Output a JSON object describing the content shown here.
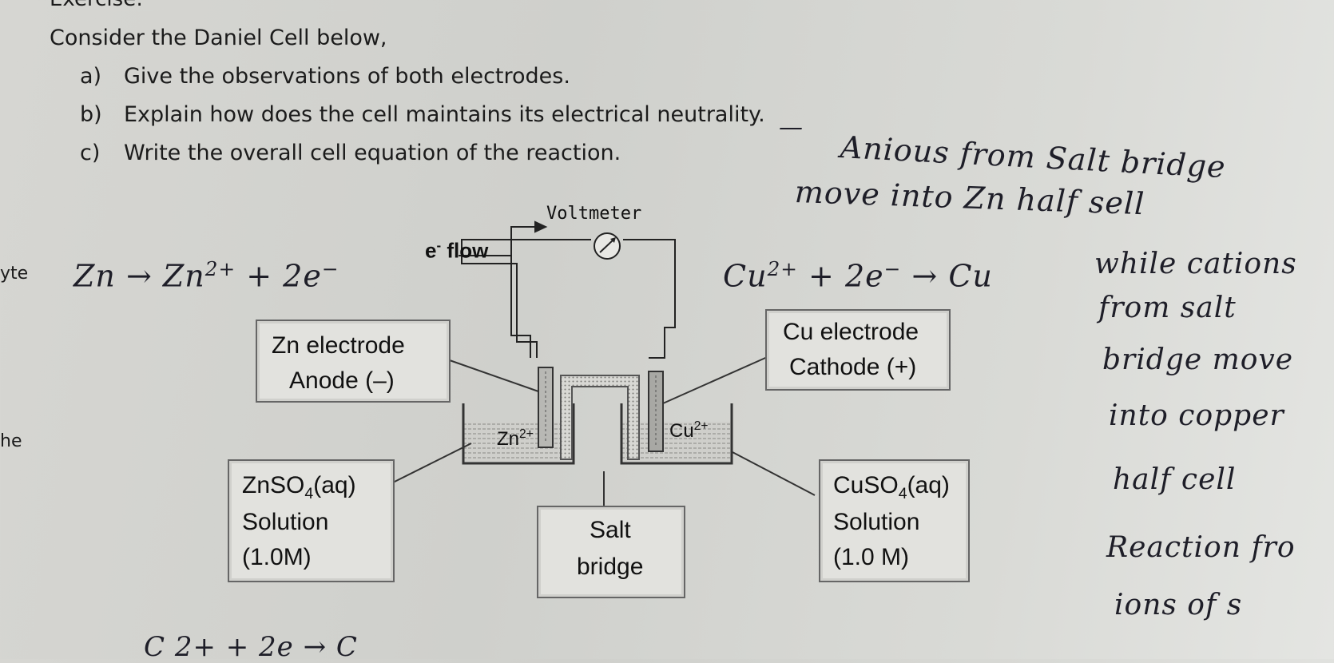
{
  "header": {
    "cut_title": "Exercise:"
  },
  "intro": "Consider the Daniel Cell below,",
  "questions": [
    {
      "letter": "a)",
      "text": "Give the observations of both electrodes."
    },
    {
      "letter": "b)",
      "text": "Explain how does the cell maintains its electrical neutrality."
    },
    {
      "letter": "c)",
      "text": "Write the overall cell equation of the reaction."
    }
  ],
  "diagram": {
    "voltmeter": "Voltmeter",
    "e_flow_prefix": "e",
    "e_flow_sup": "-",
    "e_flow_suffix": " flow",
    "zn_electrode": "Zn electrode",
    "anode": "Anode (–)",
    "cu_electrode": "Cu electrode",
    "cathode": "Cathode (+)",
    "zn_ion": "Zn",
    "zn_ion_sup": "2+",
    "cu_ion": "Cu",
    "cu_ion_sup": "2+",
    "znso4_main": "ZnSO",
    "znso4_sub": "4",
    "znso4_tail": "(aq)",
    "zn_solution": "Solution",
    "zn_conc": "(1.0M)",
    "cuso4_main": "CuSO",
    "cuso4_sub": "4",
    "cuso4_tail": "(aq)",
    "cu_solution": "Solution",
    "cu_conc": "(1.0 M)",
    "salt": "Salt",
    "bridge": "bridge"
  },
  "handwriting": {
    "dash": "—",
    "line1": "Anious from Salt bridge",
    "line2": "move into Zn half sell",
    "zn_eq_main": "Zn → Zn",
    "zn_eq_sup": "2+",
    "zn_eq_tail": " + 2e",
    "zn_eq_sup2": "−",
    "cu_eq_main": "Cu",
    "cu_eq_sup": "2+",
    "cu_eq_tail": " + 2e",
    "cu_eq_sup2": "−",
    "cu_eq_end": " → Cu",
    "right_lines": [
      "while cations",
      "from salt",
      "bridge move",
      "into copper",
      "half cell",
      "Reaction fro",
      "ions of s"
    ],
    "bottom_partial": "C  2+   + 2e  →  C"
  },
  "margin_fragments": [
    "yte",
    "he"
  ]
}
